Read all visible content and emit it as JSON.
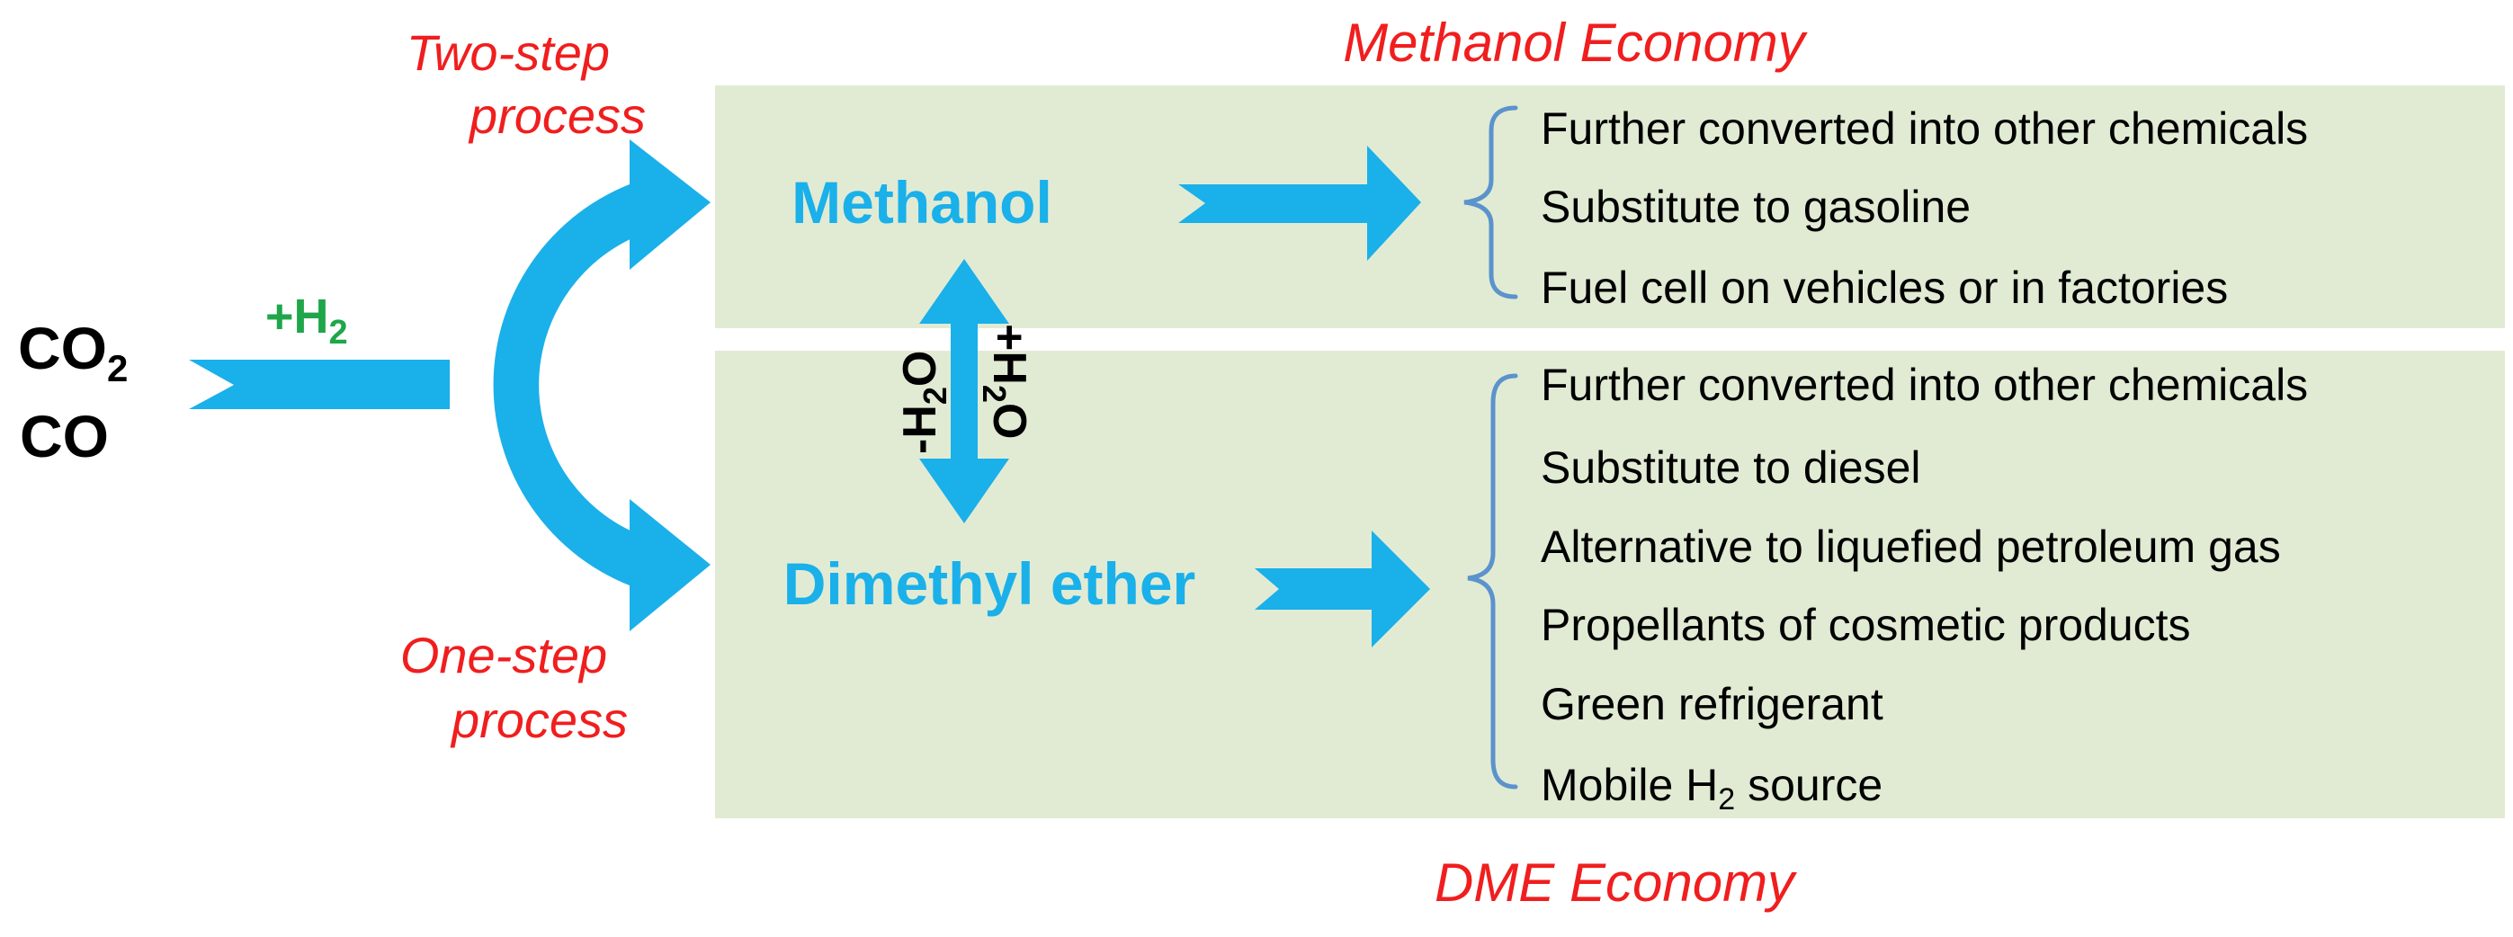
{
  "reactants": {
    "co2": "CO",
    "co2_sub": "2",
    "co": "CO"
  },
  "hydrogen": {
    "label": "+H",
    "sub": "2"
  },
  "processes": {
    "two_step_line1": "Two-step",
    "two_step_line2": "process",
    "one_step_line1": "One-step",
    "one_step_line2": "process"
  },
  "products": {
    "methanol": "Methanol",
    "dme": "Dimethyl ether"
  },
  "water": {
    "minus": "-H",
    "minus_tail": "O",
    "plus": "+H",
    "plus_tail": "O",
    "sub": "2"
  },
  "economies": {
    "methanol": "Methanol Economy",
    "dme": "DME Economy"
  },
  "methanol_uses": [
    "Further converted into other chemicals",
    "Substitute to gasoline",
    "Fuel cell on vehicles or in factories"
  ],
  "dme_uses": [
    "Further converted into other chemicals",
    "Substitute to diesel",
    "Alternative to liquefied petroleum gas",
    "Propellants of cosmetic products",
    "Green refrigerant"
  ],
  "dme_use_last": {
    "prefix": "Mobile H",
    "sub": "2",
    "suffix": " source"
  },
  "colors": {
    "arrow": "#1ab0ea",
    "panel": "#e1ebd4",
    "brace": "#5b93cc",
    "economy_label": "#f01e1e",
    "hydrogen_label": "#1fa64a"
  }
}
